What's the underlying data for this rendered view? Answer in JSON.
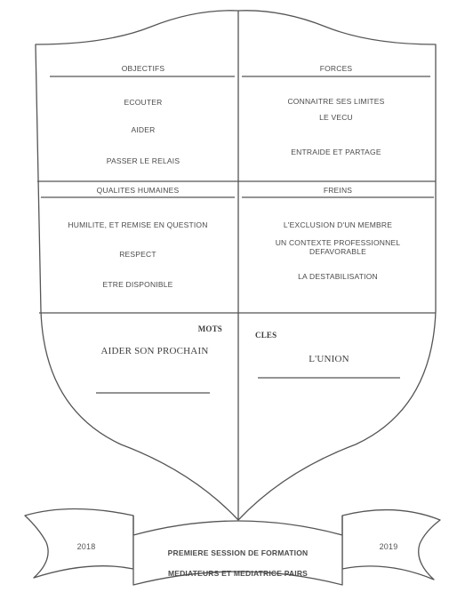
{
  "shield": {
    "objectifs": {
      "title": "OBJECTIFS",
      "items": [
        "ECOUTER",
        "AIDER",
        "PASSER LE RELAIS"
      ]
    },
    "forces": {
      "title": "FORCES",
      "items": [
        "CONNAITRE SES LIMITES",
        "LE VECU",
        "ENTRAIDE ET PARTAGE"
      ]
    },
    "qualites": {
      "title": "QUALITES HUMAINES",
      "items": [
        "HUMILITE, ET REMISE EN QUESTION",
        "RESPECT",
        "ETRE DISPONIBLE"
      ]
    },
    "freins": {
      "title": "FREINS",
      "items": [
        "L'EXCLUSION D'UN MEMBRE",
        "UN CONTEXTE PROFESSIONNEL",
        "DEFAVORABLE",
        "LA DESTABILISATION"
      ]
    },
    "mots_cles": {
      "left_label": "MOTS",
      "right_label": "CLES",
      "left_value": "AIDER SON PROCHAIN",
      "right_value": "L'UNION"
    }
  },
  "banner": {
    "line1": "PREMIERE SESSION DE FORMATION",
    "line2": "MEDIATEURS ET MEDIATRICE PAIRS",
    "year_left": "2018",
    "year_right": "2019"
  },
  "colors": {
    "line": "#555555",
    "text": "#4a4a4a"
  }
}
